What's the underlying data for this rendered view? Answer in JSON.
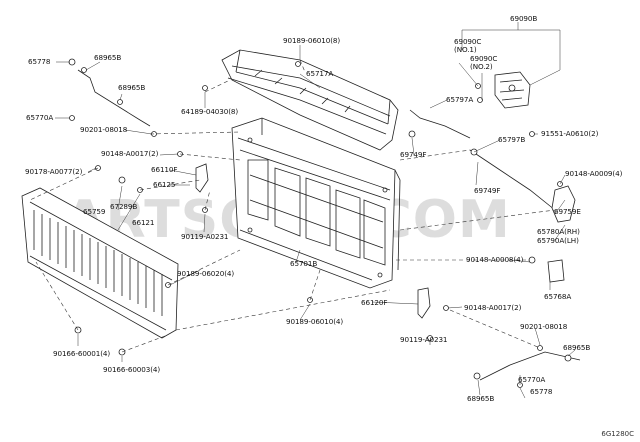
{
  "watermark": "PARTSOUQ.COM",
  "diagram_code": "6G1280C",
  "labels": {
    "l_69090B": "69090B",
    "l_90189_06010_8": "90189-06010(8)",
    "l_69090C_a": "69090C",
    "l_no1": "(NO.1)",
    "l_69090C_b": "69090C",
    "l_no2": "(NO.2)",
    "l_65778_top": "65778",
    "l_68965B_top1": "68965B",
    "l_65717A": "65717A",
    "l_68965B_top2": "68965B",
    "l_64189": "64189-04030(8)",
    "l_65797A": "65797A",
    "l_65770A_top": "65770A",
    "l_90201_top": "90201-08018",
    "l_91551": "91551-A0610(2)",
    "l_69749F_a": "69749F",
    "l_65797B": "65797B",
    "l_90148_a": "90148-A0017(2)",
    "l_90178": "90178-A0077(2)",
    "l_66110F": "66110F",
    "l_66125": "66125",
    "l_67289B": "67289B",
    "l_65759": "65759",
    "l_66121": "66121",
    "l_69749F_b": "69749F",
    "l_90148_b": "90148-A0009(4)",
    "l_69759E": "69759E",
    "l_65780A": "65780A(RH)",
    "l_65790A": "65790A(LH)",
    "l_90119_a": "90119-A0231",
    "l_65701B": "65701B",
    "l_90148_c": "90148-A0008(4)",
    "l_90189_06020": "90189-06020(4)",
    "l_65768A": "65768A",
    "l_66120F": "66120F",
    "l_90148_d": "90148-A0017(2)",
    "l_90189_06010_4": "90189-06010(4)",
    "l_90201_bot": "90201-08018",
    "l_90166_a": "90166-60001(4)",
    "l_90119_b": "90119-A0231",
    "l_90166_b": "90166-60003(4)",
    "l_68965B_bot1": "68965B",
    "l_65770A_bot": "65770A",
    "l_68965B_bot2": "68965B",
    "l_65778_bot": "65778"
  }
}
